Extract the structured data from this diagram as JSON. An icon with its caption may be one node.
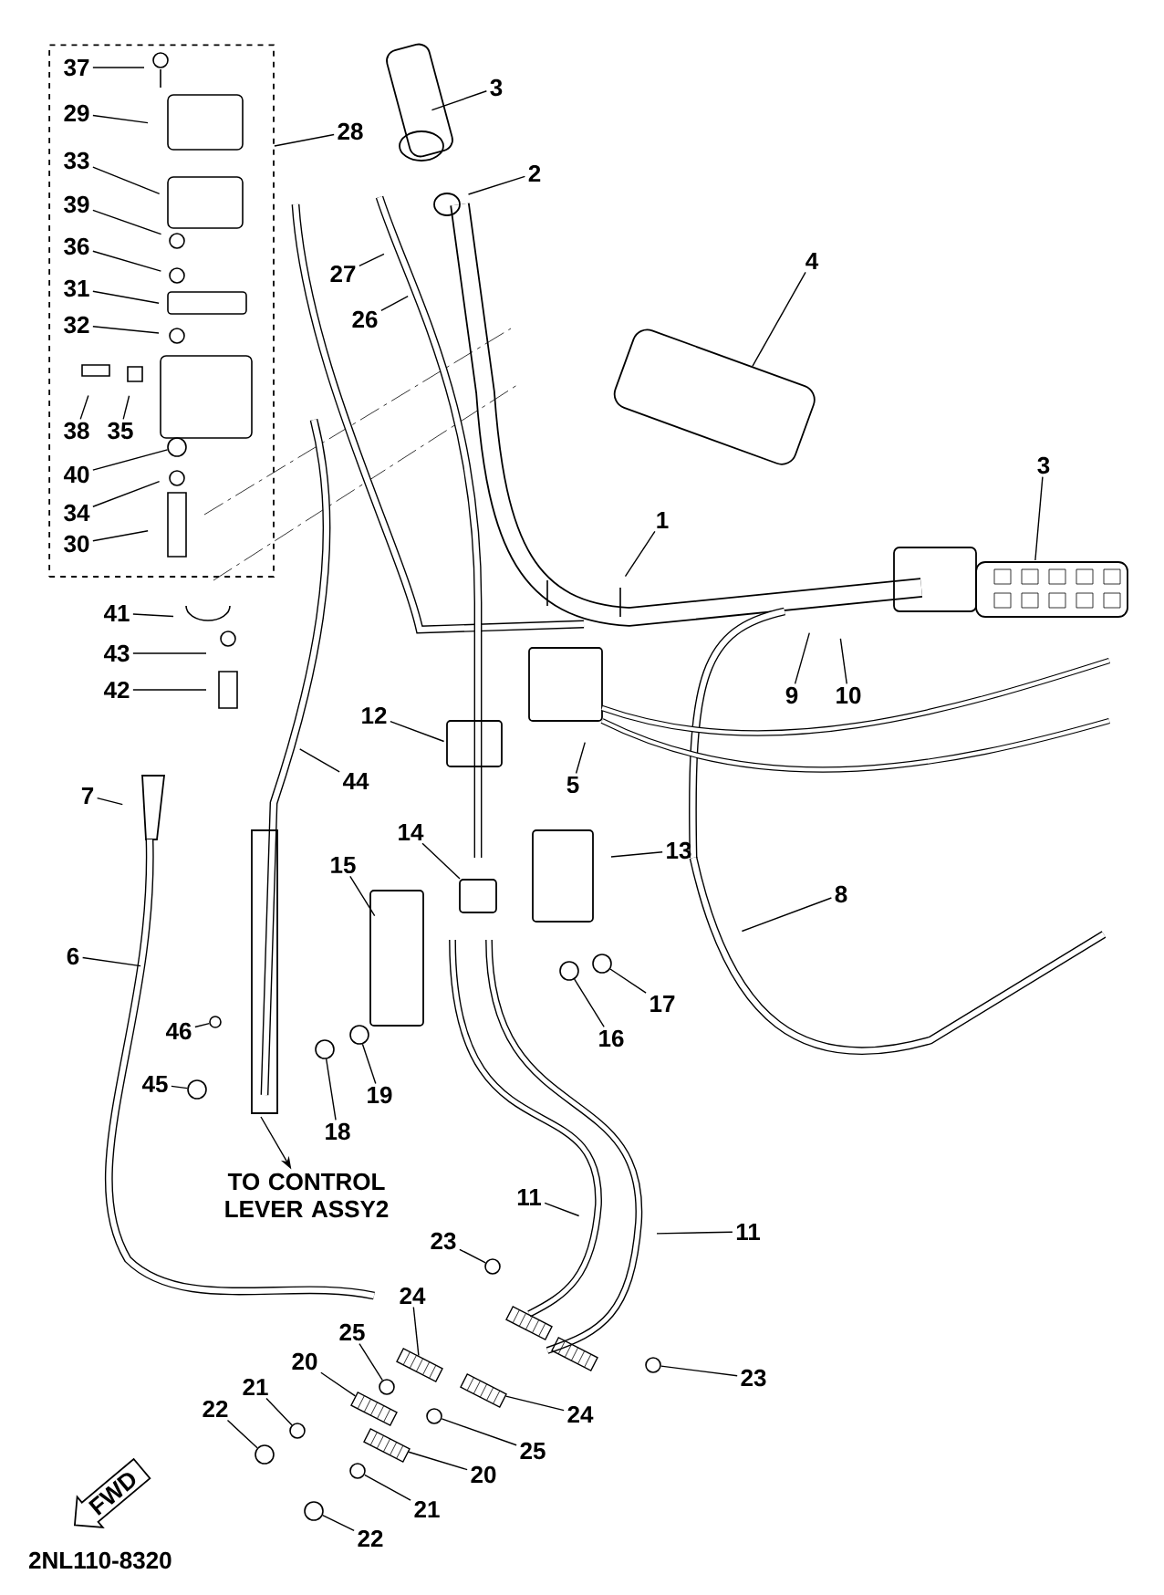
{
  "diagram": {
    "nodes": [
      {
        "text": [],
        "shape": "box"
      },
      {
        "text": [
          "37"
        ],
        "in": 0
      },
      {
        "text": [
          "29"
        ],
        "in": 0
      },
      {
        "text": [
          "33"
        ],
        "in": 0
      },
      {
        "text": [
          "39"
        ],
        "in": 0
      },
      {
        "text": [
          "36"
        ],
        "in": 0
      },
      {
        "text": [
          "31"
        ],
        "in": 0
      },
      {
        "text": [
          "32"
        ],
        "in": 0
      },
      {
        "text": [
          "38"
        ],
        "in": 0
      },
      {
        "text": [
          "35"
        ],
        "in": 0
      },
      {
        "text": [
          "40"
        ],
        "in": 0
      },
      {
        "text": [
          "34"
        ],
        "in": 0
      },
      {
        "text": [
          "30"
        ],
        "in": 0
      },
      {
        "text": [
          "28"
        ]
      },
      {
        "text": [
          "3"
        ]
      },
      {
        "text": [
          "2"
        ]
      },
      {
        "text": [
          "27"
        ]
      },
      {
        "text": [
          "26"
        ]
      },
      {
        "text": [
          "4"
        ]
      },
      {
        "text": [
          "1"
        ]
      },
      {
        "text": [
          "3"
        ]
      },
      {
        "text": [
          "9"
        ]
      },
      {
        "text": [
          "10"
        ]
      },
      {
        "text": [
          "41"
        ]
      },
      {
        "text": [
          "43"
        ]
      },
      {
        "text": [
          "42"
        ]
      },
      {
        "text": [
          "12"
        ]
      },
      {
        "text": [
          "44"
        ]
      },
      {
        "text": [
          "5"
        ]
      },
      {
        "text": [
          "7"
        ]
      },
      {
        "text": [
          "13"
        ]
      },
      {
        "text": [
          "14"
        ]
      },
      {
        "text": [
          "15"
        ]
      },
      {
        "text": [
          "8"
        ]
      },
      {
        "text": [
          "17"
        ]
      },
      {
        "text": [
          "16"
        ]
      },
      {
        "text": [
          "6"
        ]
      },
      {
        "text": [
          "46"
        ]
      },
      {
        "text": [
          "45"
        ]
      },
      {
        "text": [
          "18"
        ]
      },
      {
        "text": [
          "19"
        ]
      },
      {
        "text": [
          "TO CONTROL LEVER ASSY2"
        ]
      },
      {
        "text": [
          "11"
        ]
      },
      {
        "text": [
          "11"
        ]
      },
      {
        "text": [
          "23"
        ]
      },
      {
        "text": [
          "24"
        ]
      },
      {
        "text": [
          "25"
        ]
      },
      {
        "text": [
          "20"
        ]
      },
      {
        "text": [
          "23"
        ]
      },
      {
        "text": [
          "21"
        ]
      },
      {
        "text": [
          "22"
        ]
      },
      {
        "text": [
          "24"
        ]
      },
      {
        "text": [
          "25"
        ]
      },
      {
        "text": [
          "20"
        ]
      },
      {
        "text": [
          "21"
        ]
      },
      {
        "text": [
          "22"
        ]
      },
      {
        "text": [
          "FWD"
        ]
      },
      {
        "text": [],
        "shape": "circle"
      },
      {
        "text": [],
        "shape": "circle"
      },
      {
        "text": [],
        "shape": "circle"
      },
      {
        "text": [],
        "shape": "circle"
      },
      {
        "text": [],
        "shape": "box"
      },
      {
        "text": [],
        "shape": "circle"
      },
      {
        "text": [],
        "shape": "circle"
      },
      {
        "text": [],
        "shape": "circle"
      },
      {
        "text": [],
        "shape": "circle"
      },
      {
        "text": [],
        "shape": "spring"
      },
      {
        "text": [],
        "shape": "circle"
      },
      {
        "text": [],
        "shape": "spring"
      },
      {
        "text": [],
        "shape": "circle"
      },
      {
        "text": [],
        "shape": "circle"
      },
      {
        "text": [],
        "shape": "spring"
      },
      {
        "text": [],
        "shape": "circle"
      },
      {
        "text": [],
        "shape": "spring"
      },
      {
        "text": [],
        "shape": "circle"
      },
      {
        "text": [],
        "shape": "circle"
      },
      {
        "text": [],
        "shape": "circle",
        "in": 0
      }
    ],
    "edges": [
      {
        "from": 1,
        "to": null,
        "arrow": "none"
      },
      {
        "from": 2,
        "to": null,
        "arrow": "none"
      },
      {
        "from": 3,
        "to": null,
        "arrow": "none"
      },
      {
        "from": 4,
        "to": null,
        "arrow": "none"
      },
      {
        "from": 5,
        "to": null,
        "arrow": "none"
      },
      {
        "from": 6,
        "to": null,
        "arrow": "none"
      },
      {
        "from": 7,
        "to": null,
        "arrow": "none"
      },
      {
        "from": 8,
        "to": null,
        "arrow": "none"
      },
      {
        "from": 9,
        "to": null,
        "arrow": "none"
      },
      {
        "from": 10,
        "to": 76,
        "arrow": "none"
      },
      {
        "from": 11,
        "to": null,
        "arrow": "none"
      },
      {
        "from": 12,
        "to": null,
        "arrow": "none"
      },
      {
        "from": 13,
        "to": 0,
        "arrow": "none"
      },
      {
        "from": 14,
        "to": null,
        "arrow": "none"
      },
      {
        "from": 15,
        "to": null,
        "arrow": "none"
      },
      {
        "from": 16,
        "to": null,
        "arrow": "none"
      },
      {
        "from": 17,
        "to": null,
        "arrow": "none"
      },
      {
        "from": 18,
        "to": null,
        "arrow": "none"
      },
      {
        "from": 19,
        "to": null,
        "arrow": "none"
      },
      {
        "from": 20,
        "to": null,
        "arrow": "none"
      },
      {
        "from": 21,
        "to": null,
        "arrow": "none"
      },
      {
        "from": 22,
        "to": null,
        "arrow": "none"
      },
      {
        "from": 23,
        "to": null,
        "arrow": "none"
      },
      {
        "from": 24,
        "to": null,
        "arrow": "none"
      },
      {
        "from": 25,
        "to": null,
        "arrow": "none"
      },
      {
        "from": 26,
        "to": null,
        "arrow": "none"
      },
      {
        "from": 27,
        "to": null,
        "arrow": "none"
      },
      {
        "from": 28,
        "to": null,
        "arrow": "none"
      },
      {
        "from": 29,
        "to": null,
        "arrow": "none"
      },
      {
        "from": 30,
        "to": null,
        "arrow": "none"
      },
      {
        "from": 31,
        "to": 61,
        "arrow": "none"
      },
      {
        "from": 32,
        "to": null,
        "arrow": "none"
      },
      {
        "from": 33,
        "to": null,
        "arrow": "none"
      },
      {
        "from": 34,
        "to": 63,
        "arrow": "none"
      },
      {
        "from": 35,
        "to": 62,
        "arrow": "none"
      },
      {
        "from": 36,
        "to": null,
        "arrow": "none"
      },
      {
        "from": 37,
        "to": 57,
        "arrow": "none"
      },
      {
        "from": 38,
        "to": 58,
        "arrow": "none"
      },
      {
        "from": 39,
        "to": 59,
        "arrow": "none"
      },
      {
        "from": 40,
        "to": 60,
        "arrow": "none"
      },
      {
        "from": null,
        "to": 41,
        "arrow": "to"
      },
      {
        "from": 42,
        "to": null,
        "arrow": "none"
      },
      {
        "from": 43,
        "to": null,
        "arrow": "none"
      },
      {
        "from": 44,
        "to": 64,
        "arrow": "none"
      },
      {
        "from": 45,
        "to": 66,
        "arrow": "none"
      },
      {
        "from": 46,
        "to": 67,
        "arrow": "none"
      },
      {
        "from": 47,
        "to": 68,
        "arrow": "none"
      },
      {
        "from": 48,
        "to": 65,
        "arrow": "none"
      },
      {
        "from": 49,
        "to": 69,
        "arrow": "none"
      },
      {
        "from": 50,
        "to": 70,
        "arrow": "none"
      },
      {
        "from": 51,
        "to": 71,
        "arrow": "none"
      },
      {
        "from": 52,
        "to": 72,
        "arrow": "none"
      },
      {
        "from": 53,
        "to": 73,
        "arrow": "none"
      },
      {
        "from": 54,
        "to": 74,
        "arrow": "none"
      },
      {
        "from": 55,
        "to": 75,
        "arrow": "none"
      }
    ],
    "labels": [
      "2NL110-8320"
    ]
  }
}
